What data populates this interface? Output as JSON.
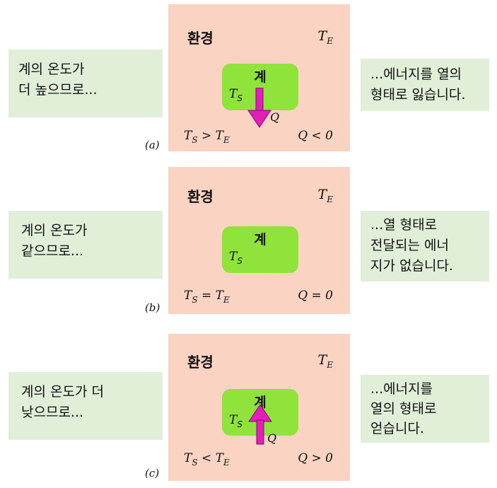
{
  "panels": [
    {
      "caption": "(a)",
      "left_text": [
        "계의 온도가",
        "더 높으므로..."
      ],
      "right_text": [
        "...에너지를 열의",
        "형태로 잃습니다."
      ],
      "environment_label": "환경",
      "env_temp": "T",
      "env_temp_sub": "E",
      "system_label": "계",
      "sys_temp": "T",
      "sys_temp_sub": "S",
      "relation": {
        "lhs": "T",
        "lhs_sub": "S",
        "op": " > ",
        "rhs": "T",
        "rhs_sub": "E"
      },
      "heat": "Q < 0",
      "heat_label": "Q",
      "arrow": "down"
    },
    {
      "caption": "(b)",
      "left_text": [
        "계의 온도가",
        "같으므로..."
      ],
      "right_text": [
        "...열 형태로",
        "전달되는 에너",
        "지가 없습니다."
      ],
      "environment_label": "환경",
      "env_temp": "T",
      "env_temp_sub": "E",
      "system_label": "계",
      "sys_temp": "T",
      "sys_temp_sub": "S",
      "relation": {
        "lhs": "T",
        "lhs_sub": "S",
        "op": " = ",
        "rhs": "T",
        "rhs_sub": "E"
      },
      "heat": "Q = 0",
      "heat_label": "",
      "arrow": "none"
    },
    {
      "caption": "(c)",
      "left_text": [
        "계의 온도가 더",
        "낮으므로..."
      ],
      "right_text": [
        "...에너지를",
        "열의 형태로",
        "얻습니다."
      ],
      "environment_label": "환경",
      "env_temp": "T",
      "env_temp_sub": "E",
      "system_label": "계",
      "sys_temp": "T",
      "sys_temp_sub": "S",
      "relation": {
        "lhs": "T",
        "lhs_sub": "S",
        "op": " < ",
        "rhs": "T",
        "rhs_sub": "E"
      },
      "heat": "Q > 0",
      "heat_label": "Q",
      "arrow": "up"
    }
  ],
  "colors": {
    "environment": "#fbd3c3",
    "system": "#8fe33a",
    "note": "#e2efd8",
    "arrow": "#e020b8"
  }
}
